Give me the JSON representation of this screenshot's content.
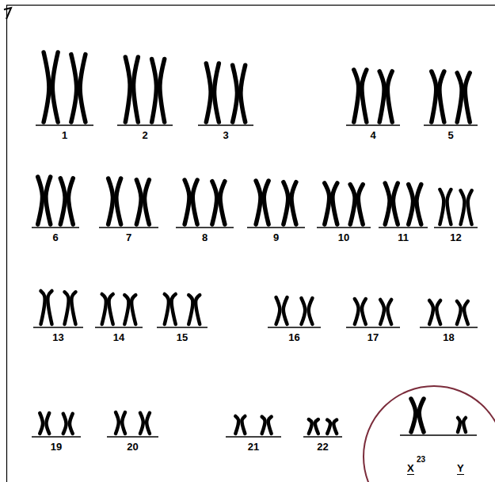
{
  "diagram": {
    "nodes": [
      {
        "text": [
          "X",
          "23",
          "Y"
        ]
      }
    ],
    "labels": [
      "1",
      "2",
      "3",
      "4",
      "5",
      "6",
      "7",
      "8",
      "9",
      "10",
      "11",
      "12",
      "13",
      "14",
      "15",
      "16",
      "17",
      "18",
      "19",
      "20",
      "21",
      "22"
    ]
  }
}
